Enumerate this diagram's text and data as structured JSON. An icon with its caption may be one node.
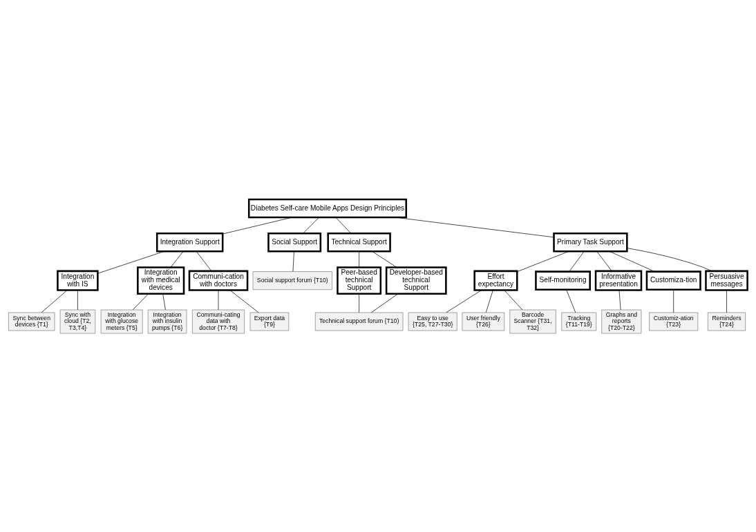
{
  "diagram": {
    "nodes": [
      {
        "text": [
          "Diabetes Self-care Mobile Apps Design Principles"
        ]
      },
      {
        "text": [
          "Integration Support"
        ]
      },
      {
        "text": [
          "Social Support"
        ]
      },
      {
        "text": [
          "Technical Support"
        ]
      },
      {
        "text": [
          "Primary Task Support"
        ]
      },
      {
        "text": [
          "Social support forum {T10)"
        ]
      },
      {
        "text": [
          "Peer-based technical Support"
        ]
      },
      {
        "text": [
          "Developer-based technical Support"
        ]
      },
      {
        "text": [
          "Technical support forum {T10)"
        ]
      },
      {
        "text": [
          "Integration with IS"
        ]
      },
      {
        "text": [
          "Integration with medical devices"
        ]
      },
      {
        "text": [
          "Communi-cation with doctors"
        ]
      },
      {
        "text": [
          "Effort expectancy"
        ]
      },
      {
        "text": [
          "Self-monitoring"
        ]
      },
      {
        "text": [
          "Informative presentation"
        ]
      },
      {
        "text": [
          "Customiza-tion"
        ]
      },
      {
        "text": [
          "Persuasive messages"
        ]
      },
      {
        "text": [
          "Sync between devices {T1}"
        ]
      },
      {
        "text": [
          "Sync with cloud {T2, T3,T4}"
        ]
      },
      {
        "text": [
          "Integration with glucose meters {T5}"
        ]
      },
      {
        "text": [
          "Integration with insulin pumps {T6}"
        ]
      },
      {
        "text": [
          "Communi-cating data with doctor {T7-T8}"
        ]
      },
      {
        "text": [
          "Export data {T9}"
        ]
      },
      {
        "text": [
          "Tracking {T11-T19}"
        ]
      },
      {
        "text": [
          "Graphs and reports {T20-T22}"
        ]
      },
      {
        "text": [
          "Customiz-ation {T23}"
        ]
      },
      {
        "text": [
          "Reminders {T24}"
        ]
      },
      {
        "text": [
          "Easy to use {T25, T27-T30}"
        ]
      },
      {
        "text": [
          "User friendly {T26}"
        ]
      },
      {
        "text": [
          "Barcode Scanner {T31, T32}"
        ]
      }
    ],
    "edges": [
      {
        "from": 0,
        "to": 1,
        "arrow": "none"
      },
      {
        "from": 0,
        "to": 2,
        "arrow": "none"
      },
      {
        "from": 0,
        "to": 3,
        "arrow": "none"
      },
      {
        "from": 0,
        "to": 4,
        "arrow": "none"
      },
      {
        "from": 2,
        "to": 5,
        "arrow": "none"
      },
      {
        "from": 3,
        "to": 6,
        "arrow": "none"
      },
      {
        "from": 3,
        "to": 7,
        "arrow": "none"
      },
      {
        "from": 6,
        "to": 8,
        "arrow": "none"
      },
      {
        "from": 7,
        "to": 8,
        "arrow": "none"
      },
      {
        "from": 1,
        "to": 9,
        "arrow": "none"
      },
      {
        "from": 1,
        "to": 10,
        "arrow": "none"
      },
      {
        "from": 1,
        "to": 11,
        "arrow": "none"
      },
      {
        "from": 4,
        "to": 12,
        "arrow": "none"
      },
      {
        "from": 4,
        "to": 13,
        "arrow": "none"
      },
      {
        "from": 4,
        "to": 14,
        "arrow": "none"
      },
      {
        "from": 4,
        "to": 15,
        "arrow": "none"
      },
      {
        "from": 4,
        "to": 16,
        "arrow": "none"
      },
      {
        "from": 9,
        "to": 17,
        "arrow": "none"
      },
      {
        "from": 9,
        "to": 18,
        "arrow": "none"
      },
      {
        "from": 10,
        "to": 19,
        "arrow": "none"
      },
      {
        "from": 10,
        "to": 20,
        "arrow": "none"
      },
      {
        "from": 11,
        "to": 21,
        "arrow": "none"
      },
      {
        "from": 11,
        "to": 22,
        "arrow": "none"
      },
      {
        "from": 13,
        "to": 23,
        "arrow": "none"
      },
      {
        "from": 14,
        "to": 24,
        "arrow": "none"
      },
      {
        "from": 15,
        "to": 25,
        "arrow": "none"
      },
      {
        "from": 16,
        "to": 26,
        "arrow": "none"
      },
      {
        "from": 12,
        "to": 27,
        "arrow": "none"
      },
      {
        "from": 12,
        "to": 28,
        "arrow": "none"
      },
      {
        "from": 12,
        "to": 29,
        "arrow": "none"
      }
    ]
  }
}
